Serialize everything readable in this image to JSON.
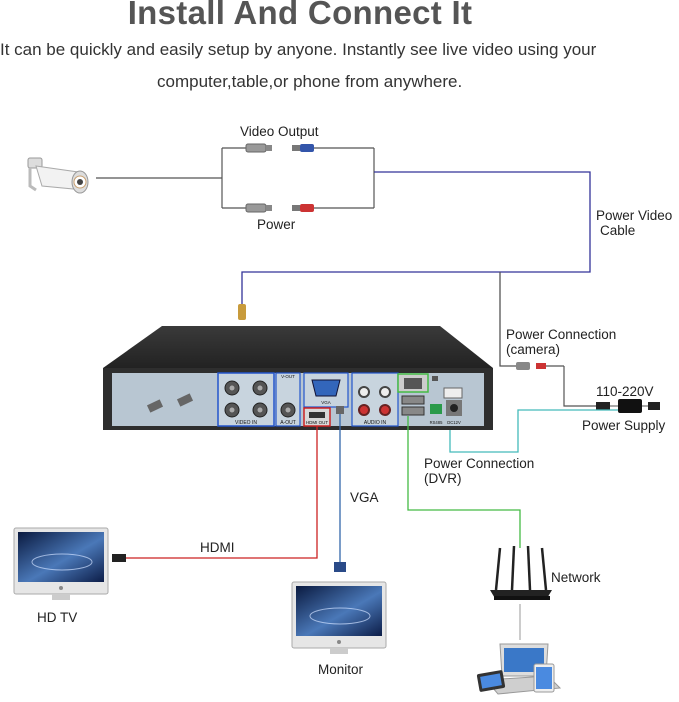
{
  "title": "Install And Connect It",
  "subtitle_line1": "It can be quickly and easily setup by anyone. Instantly see live video using your",
  "subtitle_line2": "computer,table,or phone from anywhere.",
  "labels": {
    "video_output": "Video Output",
    "power": "Power",
    "power_video_cable_line1": "Power Video",
    "power_video_cable_line2": "Cable",
    "power_connection_camera_line1": "Power Connection",
    "power_connection_camera_line2": "(camera)",
    "voltage": "110-220V",
    "power_supply": "Power Supply",
    "power_connection_dvr_line1": "Power Connection",
    "power_connection_dvr_line2": "(DVR)",
    "vga": "VGA",
    "hdmi": "HDMI",
    "network": "Network",
    "hd_tv": "HD TV",
    "monitor": "Monitor"
  },
  "dvr_panel": {
    "video_in": "VIDEO IN",
    "a_out": "A-OUT",
    "v_out": "V-OUT",
    "vga": "VGA",
    "hdmi_out": "HDMI OUT",
    "audio_in": "AUDIO IN",
    "rs485": "RS485",
    "dc12v": "DC12V"
  },
  "colors": {
    "title": "#555555",
    "cable_video": "#333399",
    "cable_hdmi": "#cc2222",
    "cable_vga": "#3366aa",
    "cable_network": "#44bb44",
    "cable_power_dvr": "#44bbbb",
    "dvr_body": "#333333",
    "dvr_panel": "#b8c6d2"
  }
}
